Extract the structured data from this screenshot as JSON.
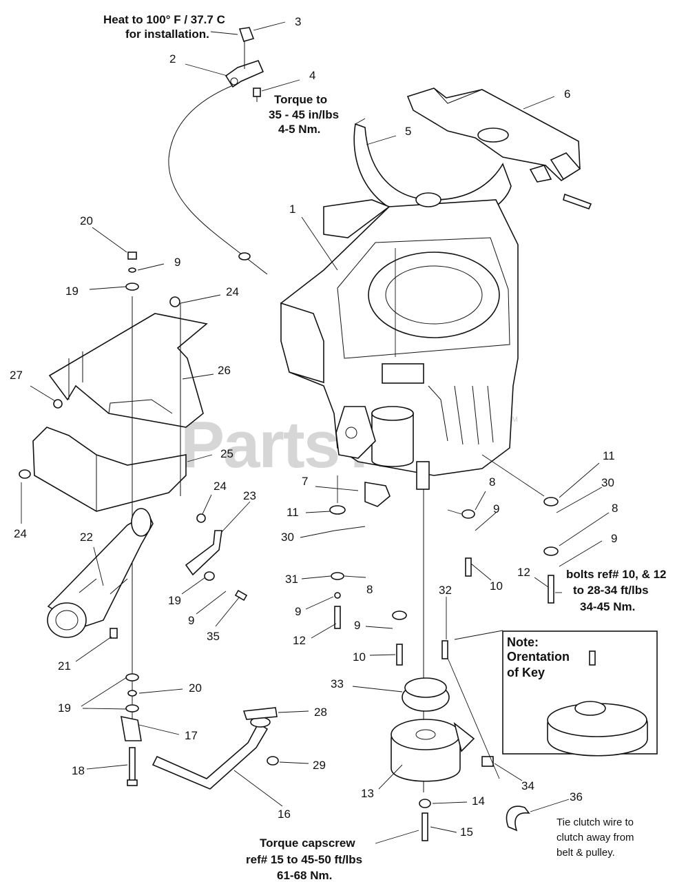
{
  "watermark": "PartsTree",
  "trademark": "TM",
  "notes": {
    "heat_line1": "Heat to 100° F / 37.7 C",
    "heat_line2": "for installation.",
    "torque4_line1": "Torque to",
    "torque4_line2": "35 - 45 in/lbs",
    "torque4_line3": "4-5 Nm.",
    "bolts_line1": "bolts ref# 10, & 12",
    "bolts_line2": "to 28-34 ft/lbs",
    "bolts_line3": "34-45 Nm.",
    "capscrew_line1": "Torque capscrew",
    "capscrew_line2": "ref# 15 to 45-50 ft/lbs",
    "capscrew_line3": "61-68 Nm.",
    "tie_line1": "Tie clutch wire to",
    "tie_line2": "clutch away from",
    "tie_line3": "belt & pulley."
  },
  "note_box": {
    "line1": "Note:",
    "line2": "Orentation",
    "line3": "of Key"
  },
  "callouts": {
    "c1": "1",
    "c2": "2",
    "c3": "3",
    "c4": "4",
    "c5": "5",
    "c6": "6",
    "c7": "7",
    "c8a": "8",
    "c8b": "8",
    "c8c": "8",
    "c9a": "9",
    "c9b": "9",
    "c9c": "9",
    "c9d": "9",
    "c9e": "9",
    "c9f": "9",
    "c10a": "10",
    "c10b": "10",
    "c11a": "11",
    "c11b": "11",
    "c12a": "12",
    "c12b": "12",
    "c13": "13",
    "c14": "14",
    "c15": "15",
    "c16": "16",
    "c17": "17",
    "c18": "18",
    "c19a": "19",
    "c19b": "19",
    "c19c": "19",
    "c20a": "20",
    "c20b": "20",
    "c21": "21",
    "c22": "22",
    "c23": "23",
    "c24a": "24",
    "c24b": "24",
    "c24c": "24",
    "c25": "25",
    "c26": "26",
    "c27": "27",
    "c28": "28",
    "c29": "29",
    "c30a": "30",
    "c30b": "30",
    "c31": "31",
    "c32": "32",
    "c33": "33",
    "c34": "34",
    "c35": "35",
    "c36": "36"
  }
}
